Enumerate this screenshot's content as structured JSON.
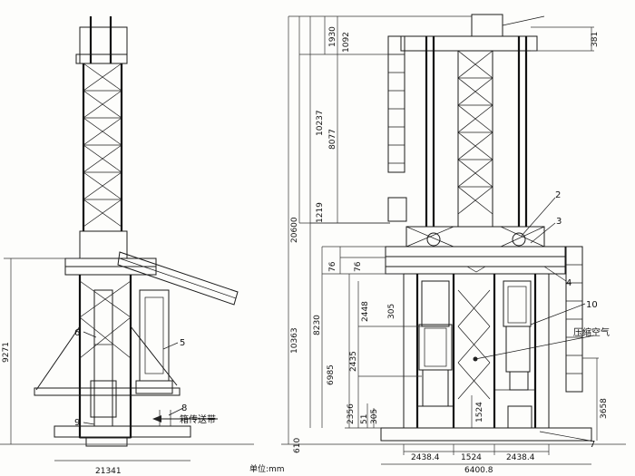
{
  "left_view": {
    "dim_height": "9271",
    "dim_width": "21341",
    "callouts": [
      "5",
      "6",
      "8",
      "9"
    ],
    "conveyor_label": "箱传送带"
  },
  "right_view": {
    "dims_left": [
      "1930",
      "1092",
      "10237",
      "8077",
      "1219",
      "20600",
      "76",
      "76",
      "10363",
      "8230",
      "2448",
      "305",
      "6985",
      "2435",
      "2356",
      "51",
      "305",
      "610"
    ],
    "dims_top_right": "381",
    "dims_right": "3658",
    "dims_inner": "1524",
    "dims_bottom": [
      "2438.4",
      "1524",
      "2438.4",
      "6400.8"
    ],
    "callouts": [
      "2",
      "3",
      "4",
      "10",
      "7"
    ],
    "air_label": "压缩空气"
  },
  "unit_label": "单位:mm"
}
